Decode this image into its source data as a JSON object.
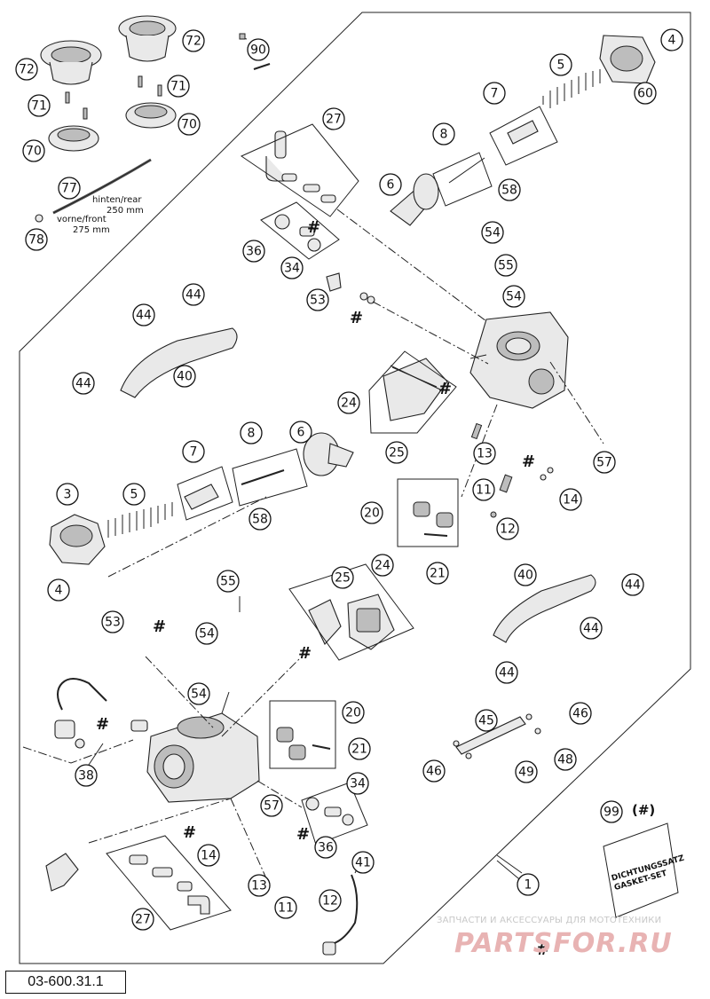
{
  "document": {
    "code": "03-600.31.1",
    "kit_symbol": "(#)",
    "kit_label_de": "DICHTUNGSSATZ",
    "kit_label_en": "GASKET-SET",
    "hose_rear_label": "hinten/rear",
    "hose_rear_length": "250 mm",
    "hose_front_label": "vorne/front",
    "hose_front_length": "275 mm",
    "hash_symbol": "#"
  },
  "watermark": {
    "line": "ЗАПЧАСТИ И АКСЕССУАРЫ ДЛЯ МОТОТЕХНИКИ",
    "logo": "PARTSFOR.RU"
  },
  "callouts": [
    {
      "id": "c1",
      "label": "1"
    },
    {
      "id": "c3",
      "label": "3"
    },
    {
      "id": "c4a",
      "label": "4"
    },
    {
      "id": "c4b",
      "label": "4"
    },
    {
      "id": "c5a",
      "label": "5"
    },
    {
      "id": "c5b",
      "label": "5"
    },
    {
      "id": "c6a",
      "label": "6"
    },
    {
      "id": "c6b",
      "label": "6"
    },
    {
      "id": "c7a",
      "label": "7"
    },
    {
      "id": "c7b",
      "label": "7"
    },
    {
      "id": "c8a",
      "label": "8"
    },
    {
      "id": "c8b",
      "label": "8"
    },
    {
      "id": "c11a",
      "label": "11"
    },
    {
      "id": "c11b",
      "label": "11"
    },
    {
      "id": "c12a",
      "label": "12"
    },
    {
      "id": "c12b",
      "label": "12"
    },
    {
      "id": "c13a",
      "label": "13"
    },
    {
      "id": "c13b",
      "label": "13"
    },
    {
      "id": "c14a",
      "label": "14"
    },
    {
      "id": "c14b",
      "label": "14"
    },
    {
      "id": "c20a",
      "label": "20"
    },
    {
      "id": "c20b",
      "label": "20"
    },
    {
      "id": "c21a",
      "label": "21"
    },
    {
      "id": "c21b",
      "label": "21"
    },
    {
      "id": "c24a",
      "label": "24"
    },
    {
      "id": "c24b",
      "label": "24"
    },
    {
      "id": "c25a",
      "label": "25"
    },
    {
      "id": "c25b",
      "label": "25"
    },
    {
      "id": "c27a",
      "label": "27"
    },
    {
      "id": "c27b",
      "label": "27"
    },
    {
      "id": "c34a",
      "label": "34"
    },
    {
      "id": "c34b",
      "label": "34"
    },
    {
      "id": "c36a",
      "label": "36"
    },
    {
      "id": "c36b",
      "label": "36"
    },
    {
      "id": "c38",
      "label": "38"
    },
    {
      "id": "c40a",
      "label": "40"
    },
    {
      "id": "c40b",
      "label": "40"
    },
    {
      "id": "c41",
      "label": "41"
    },
    {
      "id": "c44a",
      "label": "44"
    },
    {
      "id": "c44b",
      "label": "44"
    },
    {
      "id": "c44c",
      "label": "44"
    },
    {
      "id": "c44d",
      "label": "44"
    },
    {
      "id": "c44e",
      "label": "44"
    },
    {
      "id": "c44f",
      "label": "44"
    },
    {
      "id": "c45",
      "label": "45"
    },
    {
      "id": "c46a",
      "label": "46"
    },
    {
      "id": "c46b",
      "label": "46"
    },
    {
      "id": "c48",
      "label": "48"
    },
    {
      "id": "c49",
      "label": "49"
    },
    {
      "id": "c53a",
      "label": "53"
    },
    {
      "id": "c53b",
      "label": "53"
    },
    {
      "id": "c54a",
      "label": "54"
    },
    {
      "id": "c54b",
      "label": "54"
    },
    {
      "id": "c54c",
      "label": "54"
    },
    {
      "id": "c54d",
      "label": "54"
    },
    {
      "id": "c55a",
      "label": "55"
    },
    {
      "id": "c55b",
      "label": "55"
    },
    {
      "id": "c57a",
      "label": "57"
    },
    {
      "id": "c57b",
      "label": "57"
    },
    {
      "id": "c58a",
      "label": "58"
    },
    {
      "id": "c58b",
      "label": "58"
    },
    {
      "id": "c60",
      "label": "60"
    },
    {
      "id": "c70a",
      "label": "70"
    },
    {
      "id": "c70b",
      "label": "70"
    },
    {
      "id": "c71a",
      "label": "71"
    },
    {
      "id": "c71b",
      "label": "71"
    },
    {
      "id": "c72a",
      "label": "72"
    },
    {
      "id": "c72b",
      "label": "72"
    },
    {
      "id": "c77",
      "label": "77"
    },
    {
      "id": "c78",
      "label": "78"
    },
    {
      "id": "c90",
      "label": "90"
    },
    {
      "id": "c99",
      "label": "99"
    }
  ]
}
